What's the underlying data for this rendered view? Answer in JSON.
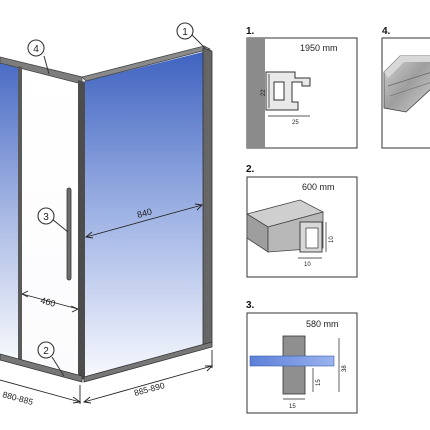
{
  "callouts": [
    {
      "id": "1",
      "text": "1"
    },
    {
      "id": "2",
      "text": "2"
    },
    {
      "id": "3",
      "text": "3"
    },
    {
      "id": "4",
      "text": "4"
    }
  ],
  "main": {
    "dim_width_panel": "840",
    "dim_door": "460",
    "dim_left_base": "880-885",
    "dim_right_base": "885-890"
  },
  "details": {
    "d1": {
      "num": "1.",
      "length": "1950 mm",
      "h": "22",
      "w": "25"
    },
    "d2": {
      "num": "2.",
      "length": "600 mm",
      "h": "10",
      "w": "10"
    },
    "d3": {
      "num": "3.",
      "length": "580 mm",
      "h": "38",
      "h2": "15",
      "w": "15"
    },
    "d4": {
      "num": "4."
    }
  },
  "colors": {
    "glass_top": "#4f72c8",
    "glass_bottom": "#f4f6fb",
    "profile": "#9a9a9a",
    "wall": "#8b8b8b",
    "accent": "#6a8fe0"
  }
}
